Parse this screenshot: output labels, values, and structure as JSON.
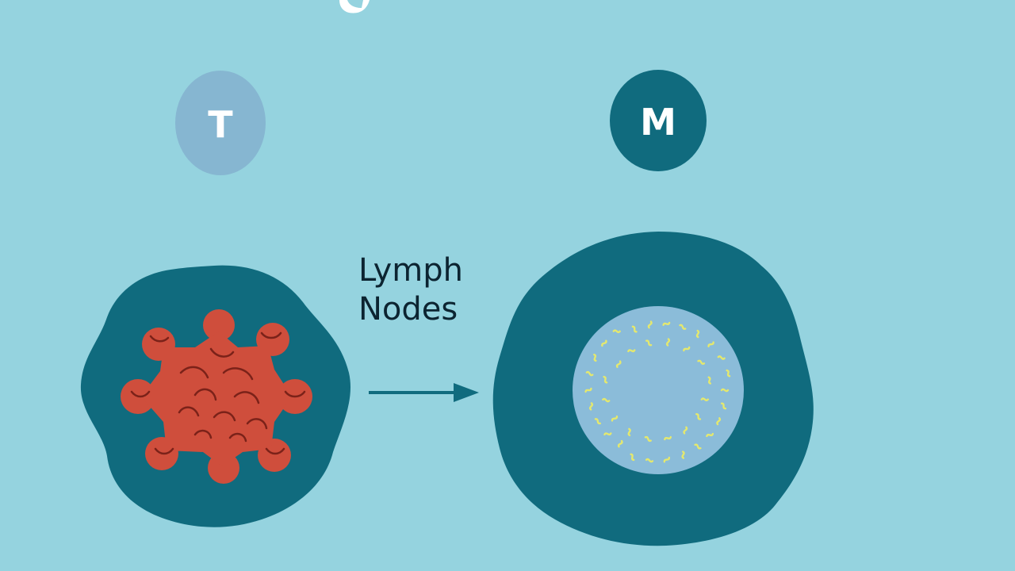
{
  "colors": {
    "background": "#95d3df",
    "badge_t": "#86b6d1",
    "badge_m": "#106b7e",
    "badge_text": "#ffffff",
    "cell_body": "#106b7e",
    "tumor": "#cf4e3c",
    "tumor_lines": "#7b2219",
    "nucleus": "#8bbcd9",
    "particles": "#e4e86e",
    "arrow": "#106b7e",
    "label_text": "#0c2431"
  },
  "badges": {
    "t_label": "T",
    "m_label": "M"
  },
  "label": {
    "line1": "Lymph",
    "line2": "Nodes"
  },
  "icons": {
    "arrow": "arrow-right-icon"
  }
}
